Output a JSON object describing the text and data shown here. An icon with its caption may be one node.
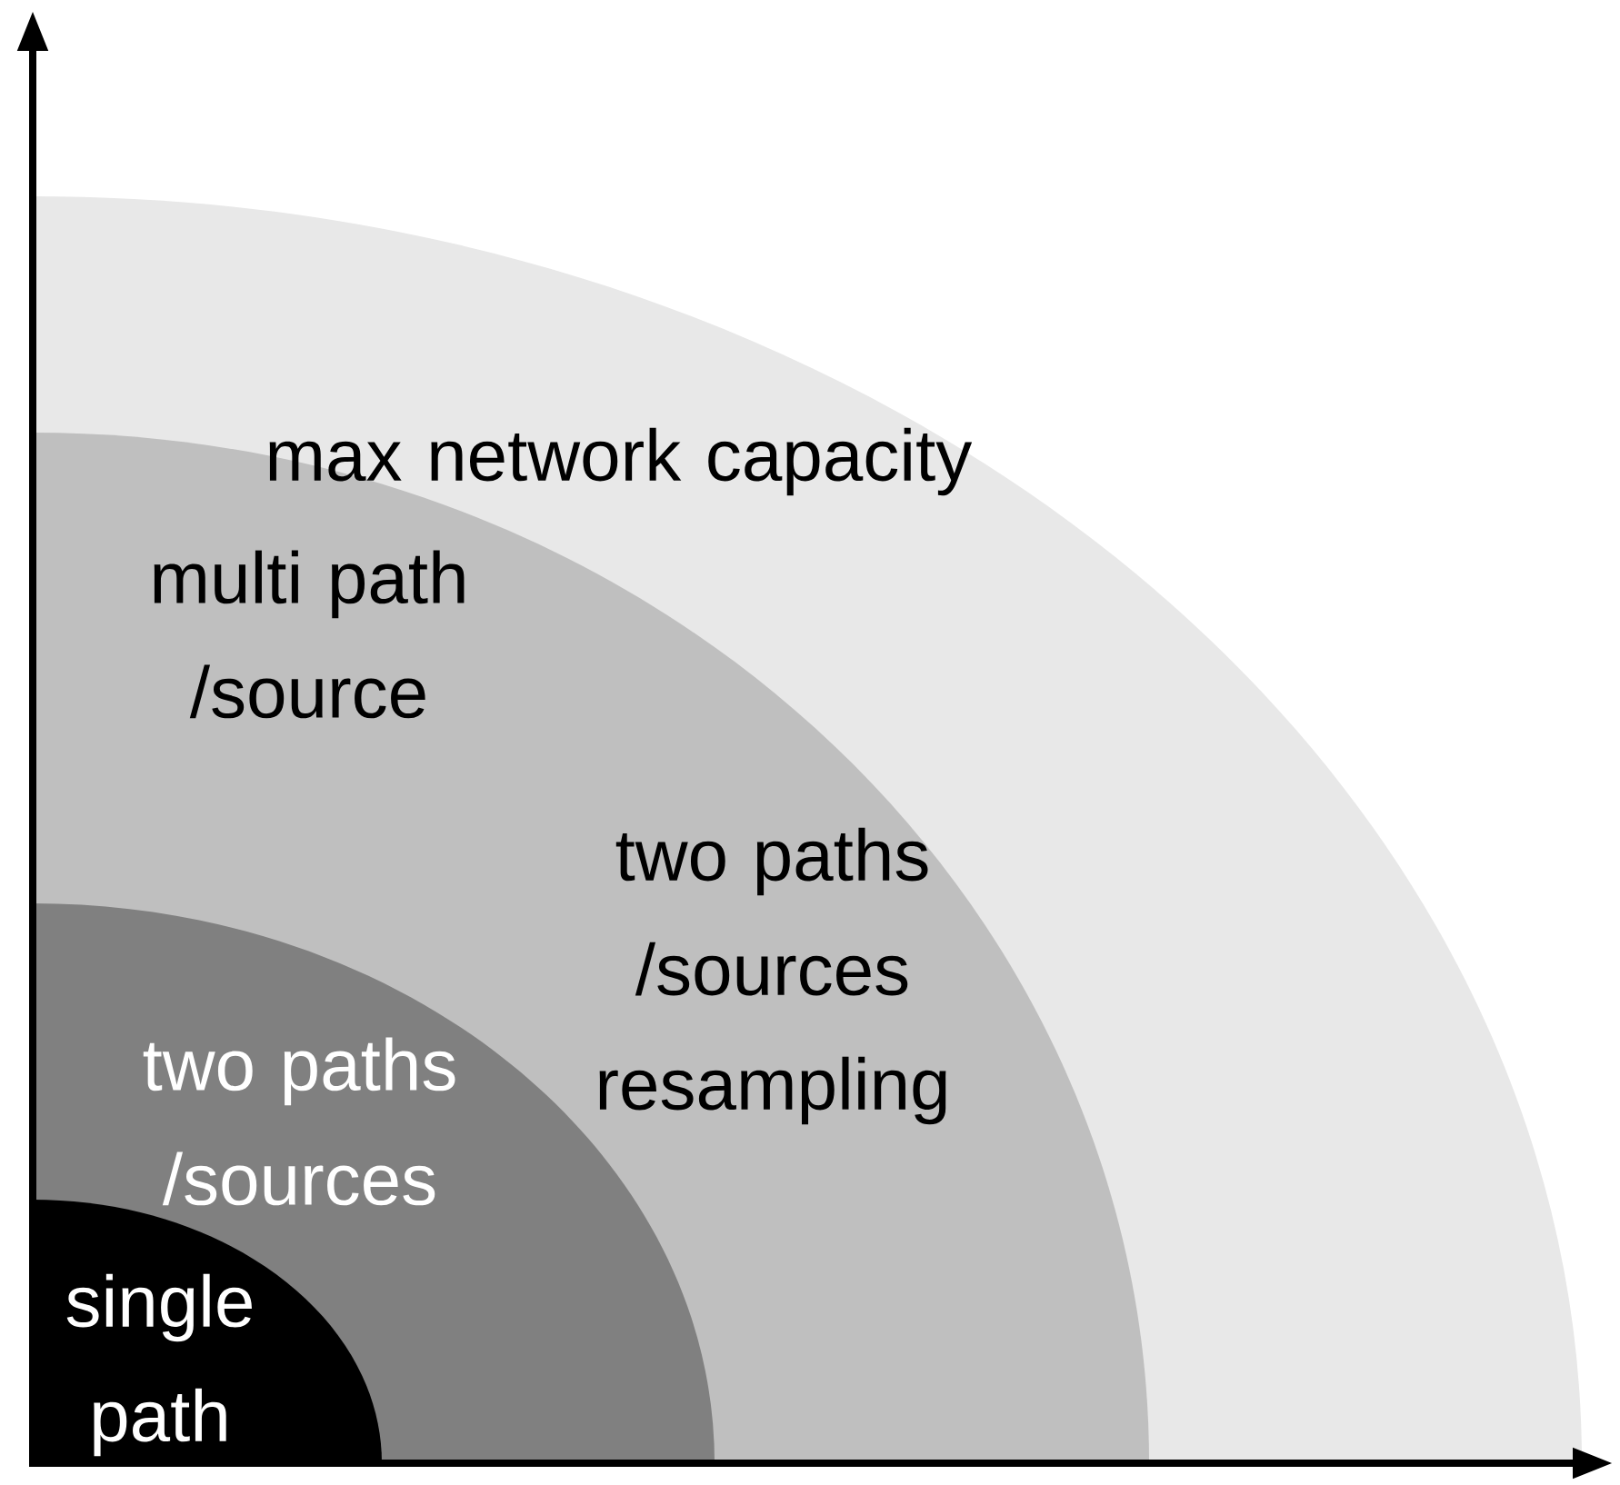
{
  "diagram": {
    "nodes": [
      {
        "text": [
          "max network capacity"
        ]
      },
      {
        "text": [
          "multi path /source",
          "two paths /sources resampling"
        ],
        "in": 0
      },
      {
        "text": [
          "two paths /sources"
        ],
        "in": 1
      },
      {
        "text": [
          "single path"
        ],
        "in": 2
      }
    ]
  }
}
